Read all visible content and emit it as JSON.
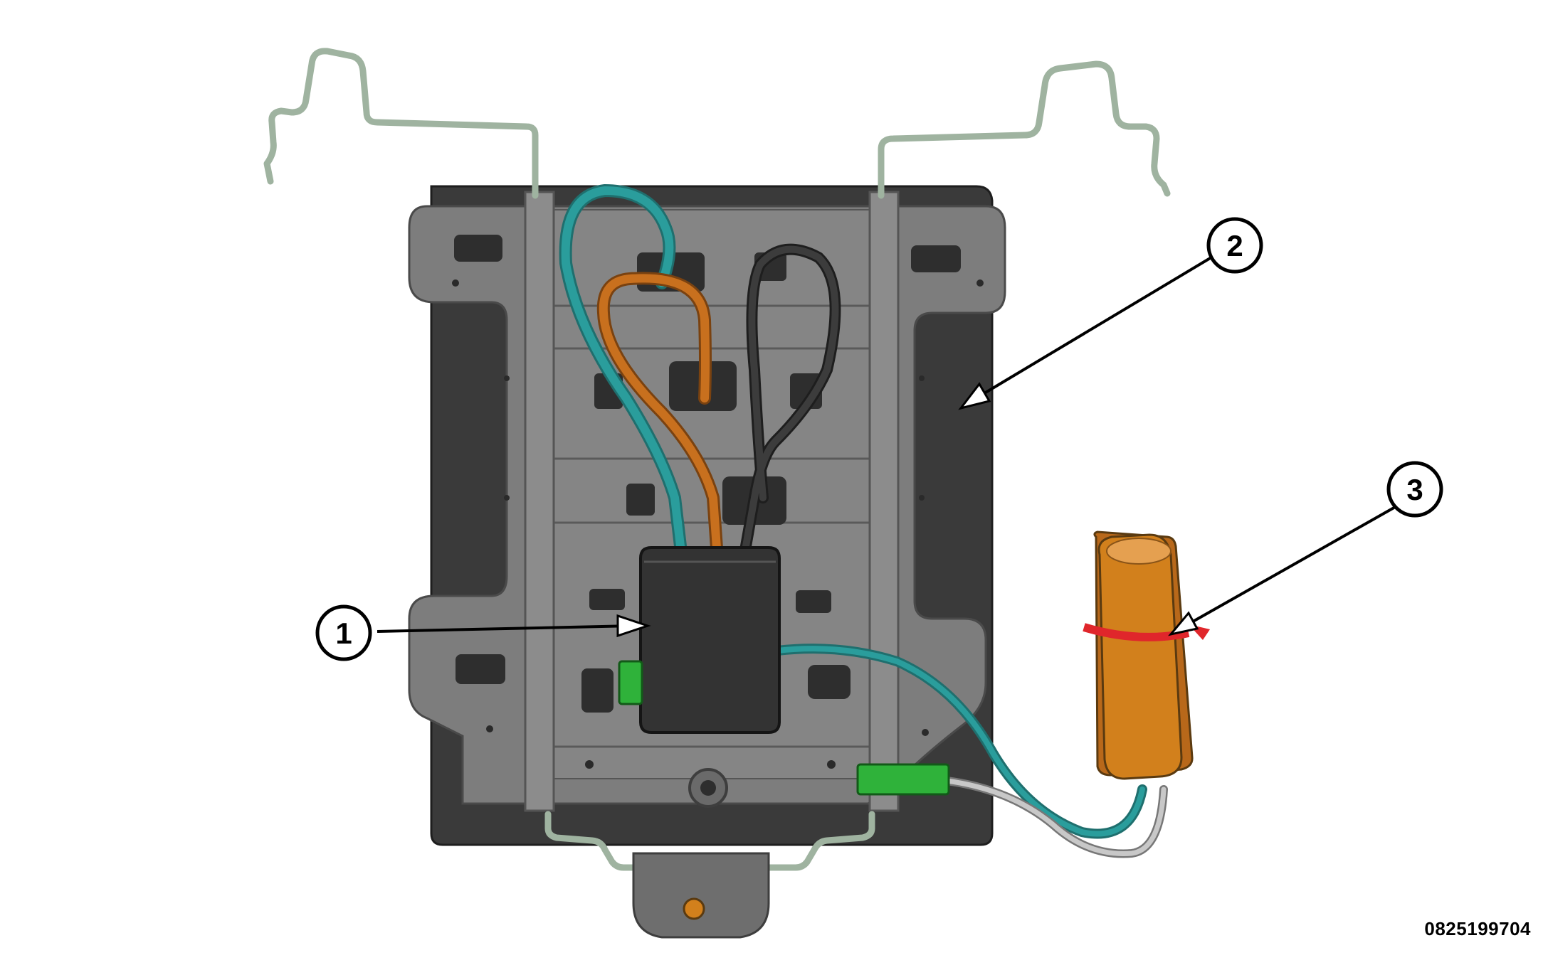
{
  "callouts": [
    {
      "id": "callout-1",
      "label": "1"
    },
    {
      "id": "callout-2",
      "label": "2"
    },
    {
      "id": "callout-3",
      "label": "3"
    }
  ],
  "figure_id": "0825199704",
  "colors": {
    "seat_pad": "#3a3a3a",
    "pan": "#7d7d7d",
    "pan_dark": "#5f5f5f",
    "wire_frame": "#9fb3a0",
    "cable_teal": "#2a9d9c",
    "cable_orange": "#c8701e",
    "cable_black": "#3c3c3c",
    "cable_grey": "#b9b9b9",
    "module": "#333333",
    "connector_green": "#2fb23a",
    "sensor_body": "#d2801c",
    "strap_red": "#e0262b"
  }
}
